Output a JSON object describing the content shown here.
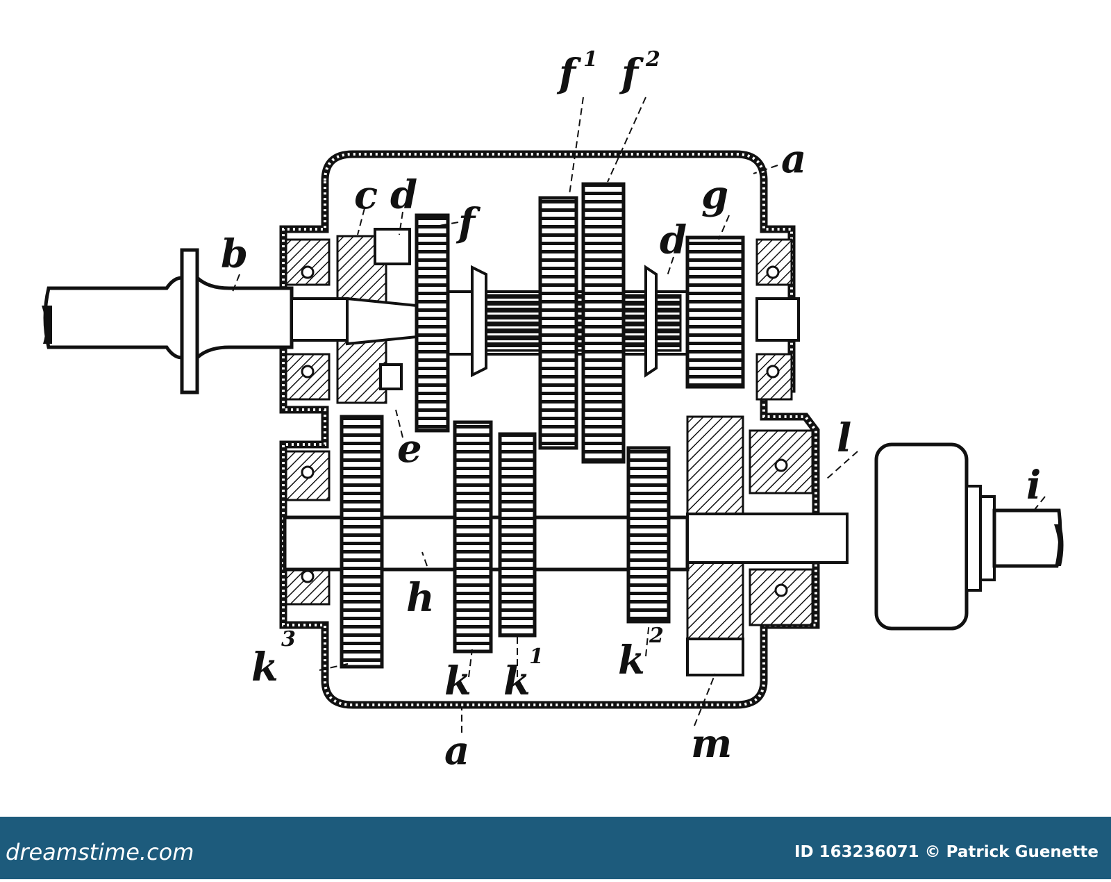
{
  "diagram": {
    "labels": {
      "a_top": "a",
      "a_bottom": "a",
      "b": "b",
      "c": "c",
      "d_left": "d",
      "d_right": "d",
      "e": "e",
      "f": "f",
      "f1": "f",
      "f1_sup": "1",
      "f2": "f",
      "f2_sup": "2",
      "g": "g",
      "h": "h",
      "i": "i",
      "k": "k",
      "k1": "k",
      "k1_sup": "1",
      "k2": "k",
      "k2_sup": "2",
      "k3": "k",
      "k3_sup": "3",
      "l": "l",
      "m": "m"
    }
  },
  "footer": {
    "logo": "dreamstime.com",
    "credit": "ID 163236071 © Patrick Guenette",
    "background": "#1d5b7c"
  }
}
